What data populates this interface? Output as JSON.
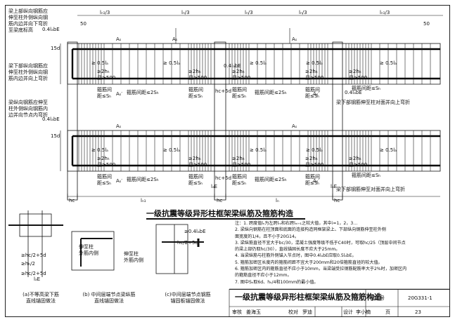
{
  "side_notes": [
    [
      "梁上部纵向钢筋应",
      "伸至柱外侧纵向钢",
      "筋内边并向下弯折",
      "至梁底标高"
    ],
    [
      "梁下部纵向钢筋应",
      "伸至柱外侧纵向钢",
      "筋内边并向上弯折"
    ],
    [
      "梁纵向钢筋应伸至",
      "柱外侧纵向钢筋内",
      "边并向节点内弯折"
    ]
  ],
  "right_notes": [
    "梁下部钢筋伸至柱对面并向上弯折",
    "梁下部钢筋伸至对面并向上弯折"
  ],
  "dims": {
    "ln1_3": "lₙ₁/3",
    "ln_3": "lₙ/3",
    "ln1": "lₙ₁",
    "ln": "lₙ",
    "hc": "hᴄ",
    "lae": "0.4lₐbE",
    "lae_short": "lₐE",
    "anchor15": "15d",
    "anchor5": "5d",
    "fifty": "50",
    "half_hb_5d": "≥hᴄ/2+5d",
    "half_hb": "≥hₕ/2",
    "half_hc_5d": "hᴄ/2+5d",
    "plus5d": "hᴄ+5d",
    "as": "Aₛ",
    "as2": "Aₛ′"
  },
  "zone_labels": {
    "hoop_dense": [
      "≥2hₕ",
      "且≥500"
    ],
    "hoop_dense_spacing": [
      "箍筋间",
      "距≤Sₕ"
    ],
    "hoop_sparse": "箍筋间距≤2Sₕ",
    "hoop_right": "箍筋间距≤Sₕ",
    "half_ls": "≥ 0.5lₐ",
    "half_ls2": "≥ 0.5lₐ"
  },
  "main_title": "一级抗震等级异形柱框架梁纵筋及箍筋构造",
  "notes": [
    "注：1. 跨度值lₙ为左跨lₙᵢ和右跨lₙᵢ₊₁之较大值，其中i=1，2，3…",
    "    2. 梁纵向钢筋在柱顶面和底面的连接构造同框架梁上、下部纵向钢筋伸至柱外侧",
    "       面宽度的1/4，且不小于20G14。",
    "    3. 梁纵筋直径不宜大于bᴄ/30，混凝土强度等级不低于C40时，可取hᴄ/25（顶层中间节点",
    "       的梁上部仍取hᴄ/30），直线锚固长度不应大于25mm。",
    "    4. 当梁纵筋与柱筋外侧锚入节点时，图中0.4lₐbE应取0.5lₐbE。",
    "    5. 箍筋加密区长度内的箍筋间距不宜大于200mm和20倍箍筋直径的较大值。",
    "    6. 箍筋加密区内的箍筋直径不应小于10mm，当梁端受拉钢筋配筋率大于2%时，加密区内",
    "       的箍筋直径不应小于12mm。",
    "    7. 图中Sₕ取6d、hₕ/4和100mm的最小值。"
  ],
  "detail_captions": [
    [
      "(a)不等高梁下筋",
      "直线锚固做法"
    ],
    [
      "(b) 中间层端节点梁纵筋",
      "直线锚固做法"
    ],
    [
      "(c)中间层端节点钢筋",
      "锚固板锚固做法"
    ]
  ],
  "detail_labels": {
    "extend_col_a": [
      "伸至柱",
      "外筋内侧"
    ],
    "extend_col_b": [
      "伸至柱",
      "外筋内侧"
    ],
    "lae_c": "≥0.4lₐbE"
  },
  "title_block": {
    "title": "一级抗震等级异形柱框架梁纵筋及箍筋构造",
    "atlas_label": "图集号",
    "atlas_no": "20G331-1",
    "review": "审核",
    "reviewer": "姜海玉",
    "check": "校对",
    "checker": "罗迪",
    "design": "设计",
    "designer": "李小楠",
    "page_label": "页",
    "page_no": "23"
  }
}
